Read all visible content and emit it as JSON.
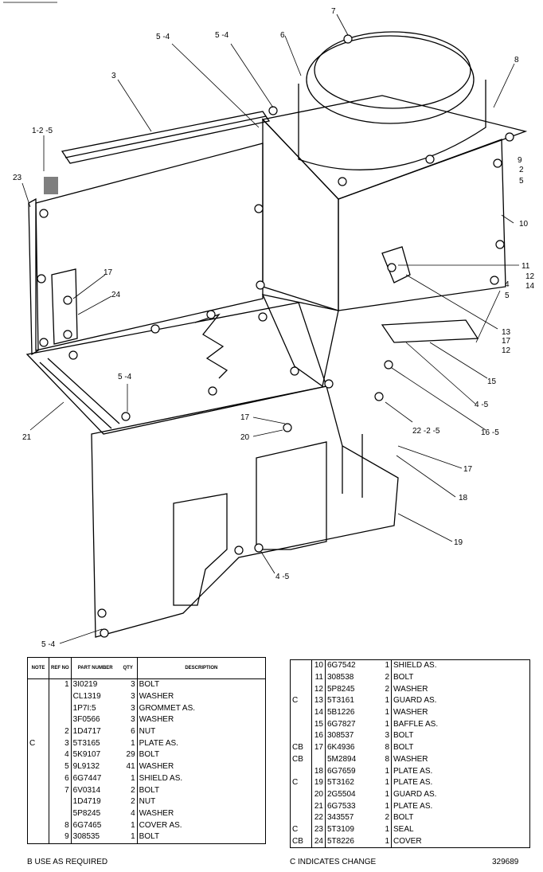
{
  "callouts": [
    "7",
    "6",
    "5 -4",
    "5 -4",
    "8",
    "3",
    "1-2 -5",
    "9",
    "2",
    "5",
    "23",
    "10",
    "11",
    "12",
    "14",
    "17",
    "24",
    "4",
    "5",
    "13",
    "17",
    "12",
    "15",
    "4 -5",
    "5 -4",
    "16 -5",
    "22 -2 -5",
    "21",
    "17",
    "20",
    "17",
    "18",
    "19",
    "4 -5",
    "5 -4"
  ],
  "table_left": {
    "headers": [
      "NOTE",
      "REF NO",
      "PART NUMBER",
      "QTY",
      "DESCRIPTION"
    ],
    "rows": [
      {
        "note": "",
        "ref": "1",
        "part": "3I0219",
        "qty": "3",
        "desc": "BOLT"
      },
      {
        "note": "",
        "ref": "",
        "part": "CL1319",
        "qty": "3",
        "desc": "WASHER"
      },
      {
        "note": "",
        "ref": "",
        "part": "1P7I:5",
        "qty": "3",
        "desc": "GROMMET AS."
      },
      {
        "note": "",
        "ref": "",
        "part": "3F0566",
        "qty": "3",
        "desc": "WASHER"
      },
      {
        "note": "",
        "ref": "2",
        "part": "1D4717",
        "qty": "6",
        "desc": "NUT"
      },
      {
        "note": "C",
        "ref": "3",
        "part": "5T3165",
        "qty": "1",
        "desc": "PLATE AS."
      },
      {
        "note": "",
        "ref": "4",
        "part": "5K9107",
        "qty": "29",
        "desc": "BOLT"
      },
      {
        "note": "",
        "ref": "5",
        "part": "9L9132",
        "qty": "41",
        "desc": "WASHER"
      },
      {
        "note": "",
        "ref": "6",
        "part": "6G7447",
        "qty": "1",
        "desc": "SHIELD AS."
      },
      {
        "note": "",
        "ref": "7",
        "part": "6V0314",
        "qty": "2",
        "desc": "BOLT"
      },
      {
        "note": "",
        "ref": "",
        "part": "1D4719",
        "qty": "2",
        "desc": "NUT"
      },
      {
        "note": "",
        "ref": "",
        "part": "5P8245",
        "qty": "4",
        "desc": "WASHER"
      },
      {
        "note": "",
        "ref": "8",
        "part": "6G7465",
        "qty": "1",
        "desc": "COVER AS."
      },
      {
        "note": "",
        "ref": "9",
        "part": "308535",
        "qty": "1",
        "desc": "BOLT"
      }
    ]
  },
  "table_right": {
    "rows": [
      {
        "note": "",
        "ref": "10",
        "part": "6G7542",
        "qty": "1",
        "desc": "SHIELD AS."
      },
      {
        "note": "",
        "ref": "11",
        "part": "308538",
        "qty": "2",
        "desc": "BOLT"
      },
      {
        "note": "",
        "ref": "12",
        "part": "5P8245",
        "qty": "2",
        "desc": "WASHER"
      },
      {
        "note": "C",
        "ref": "13",
        "part": "5T3161",
        "qty": "1",
        "desc": "GUARD AS."
      },
      {
        "note": "",
        "ref": "14",
        "part": "5B1226",
        "qty": "1",
        "desc": "WASHER"
      },
      {
        "note": "",
        "ref": "15",
        "part": "6G7827",
        "qty": "1",
        "desc": "BAFFLE AS."
      },
      {
        "note": "",
        "ref": "16",
        "part": "308537",
        "qty": "3",
        "desc": "BOLT"
      },
      {
        "note": "CB",
        "ref": "17",
        "part": "6K4936",
        "qty": "8",
        "desc": "BOLT"
      },
      {
        "note": "CB",
        "ref": "",
        "part": "5M2894",
        "qty": "8",
        "desc": "WASHER"
      },
      {
        "note": "",
        "ref": "18",
        "part": "6G7659",
        "qty": "1",
        "desc": "PLATE AS."
      },
      {
        "note": "C",
        "ref": "19",
        "part": "5T3162",
        "qty": "1",
        "desc": "PLATE AS."
      },
      {
        "note": "",
        "ref": "20",
        "part": "2G5504",
        "qty": "1",
        "desc": "GUARD AS."
      },
      {
        "note": "",
        "ref": "21",
        "part": "6G7533",
        "qty": "1",
        "desc": "PLATE AS."
      },
      {
        "note": "",
        "ref": "22",
        "part": "343557",
        "qty": "2",
        "desc": "BOLT"
      },
      {
        "note": "C",
        "ref": "23",
        "part": "5T3109",
        "qty": "1",
        "desc": "SEAL"
      },
      {
        "note": "CB",
        "ref": "24",
        "part": "5T8226",
        "qty": "1",
        "desc": "COVER"
      }
    ]
  },
  "footer": {
    "note_b": "B   USE AS REQUIRED",
    "note_c": "C   INDICATES CHANGE",
    "illus_number": "329689"
  }
}
